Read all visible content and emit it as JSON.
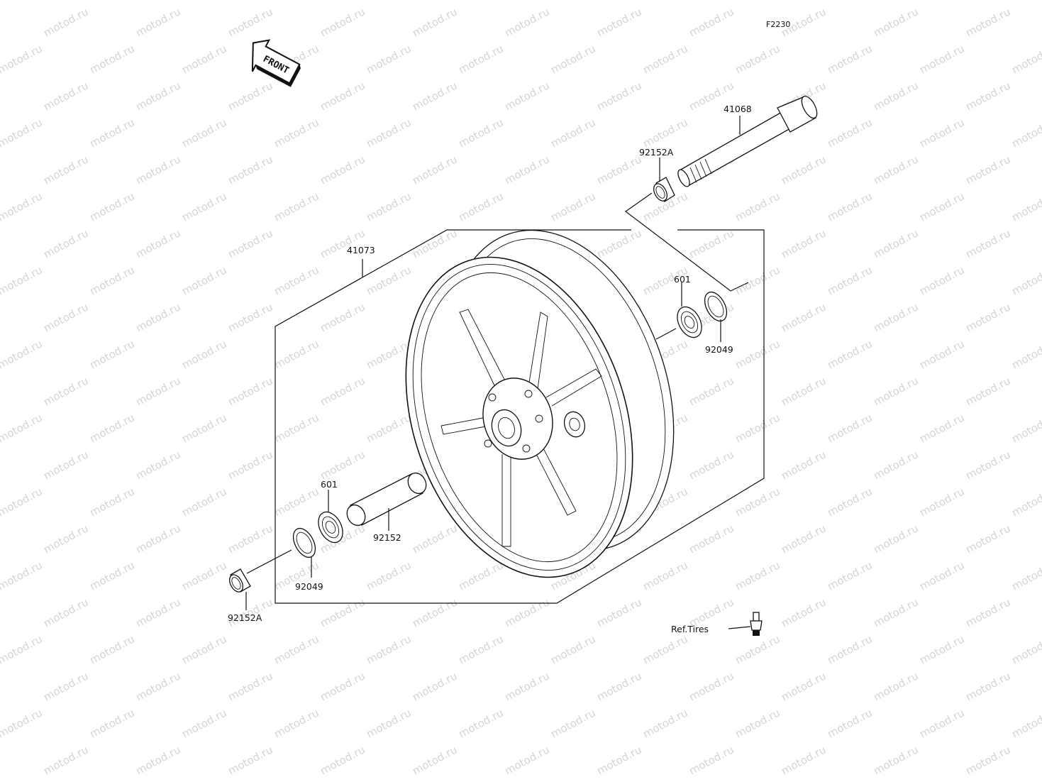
{
  "diagram_code": "F2230",
  "front_arrow_label": "FRONT",
  "watermark_text": "motod.ru",
  "parts": {
    "axle": "41068",
    "wheel_assembly": "41073",
    "collar_right": "92152A",
    "collar_left": "92152A",
    "bearing_right": "601",
    "bearing_left": "601",
    "oil_seal_right": "92049",
    "oil_seal_left": "92049",
    "spacer": "92152"
  },
  "ref_tires_label": "Ref.Tires",
  "colors": {
    "line": "#111111",
    "watermark": "#d4d4d4",
    "background": "#ffffff"
  }
}
